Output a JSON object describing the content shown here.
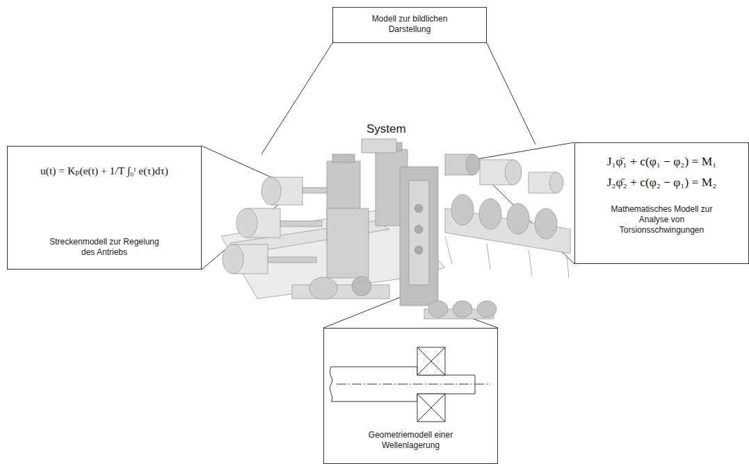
{
  "diagram": {
    "nodes": [
      {
        "text": [
          "Modell zur bildlichen Darstellung"
        ]
      },
      {
        "text": [
          "u(t) = Kₚ(e(t) + 1/T ∫₀ᵗ e(τ)dτ)",
          "Streckenmodell zur Regelung des Antriebs"
        ]
      },
      {
        "text": [
          "J₁φ̈₁ + c(φ₁ − φ₂) = M₁",
          "J₂φ̈₂ + c(φ₂ − φ₁) = M₂",
          "Mathematisches Modell zur Analyse von Torsionsschwingungen"
        ]
      },
      {
        "text": [
          "Geometriemodell einer Wellenlagerung"
        ]
      }
    ],
    "labels": [
      "System"
    ]
  }
}
